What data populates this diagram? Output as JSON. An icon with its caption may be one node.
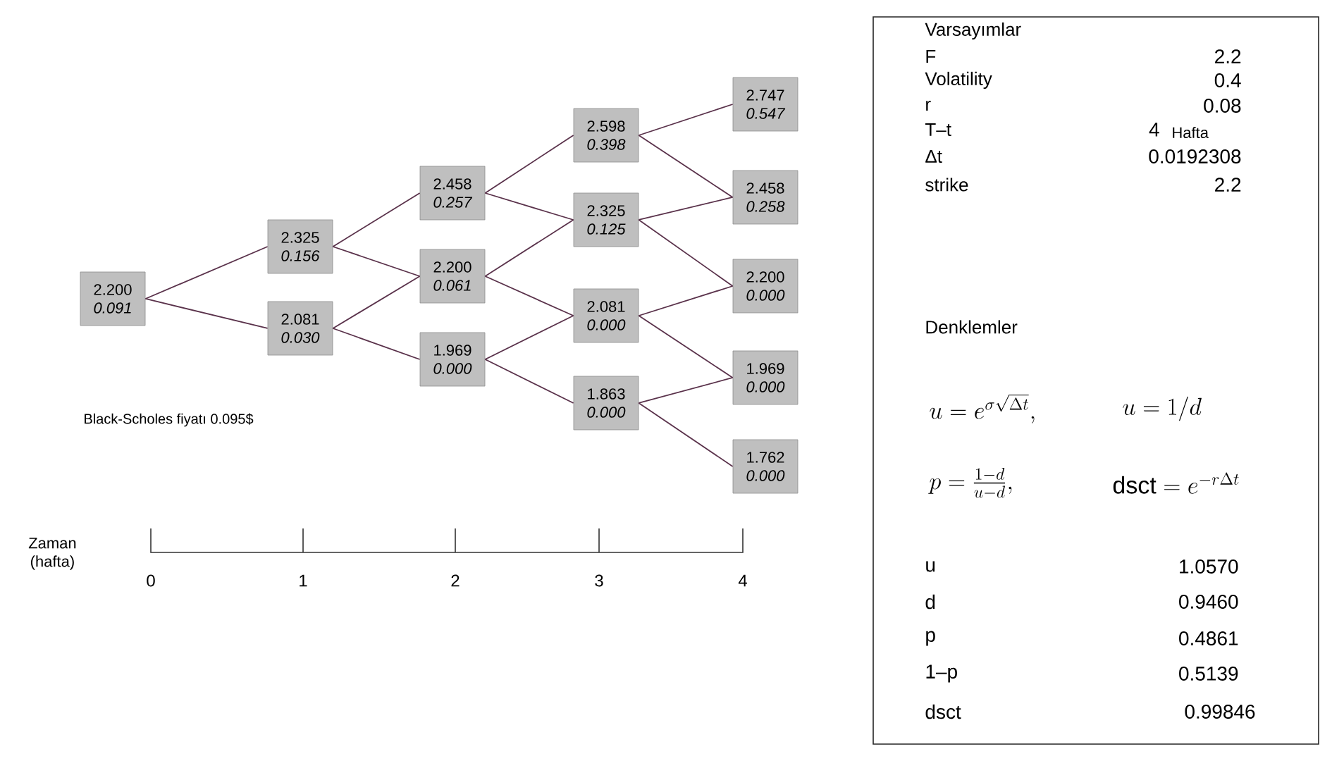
{
  "diagram": {
    "nodes": [
      {
        "text": [
          "2.200",
          "0.091"
        ]
      },
      {
        "text": [
          "2.325",
          "0.156"
        ]
      },
      {
        "text": [
          "2.081",
          "0.030"
        ]
      },
      {
        "text": [
          "2.458",
          "0.257"
        ]
      },
      {
        "text": [
          "2.200",
          "0.061"
        ]
      },
      {
        "text": [
          "1.969",
          "0.000"
        ]
      },
      {
        "text": [
          "2.598",
          "0.398"
        ]
      },
      {
        "text": [
          "2.325",
          "0.125"
        ]
      },
      {
        "text": [
          "2.081",
          "0.000"
        ]
      },
      {
        "text": [
          "1.863",
          "0.000"
        ]
      },
      {
        "text": [
          "2.747",
          "0.547"
        ]
      },
      {
        "text": [
          "2.458",
          "0.258"
        ]
      },
      {
        "text": [
          "2.200",
          "0.000"
        ]
      },
      {
        "text": [
          "1.969",
          "0.000"
        ]
      },
      {
        "text": [
          "1.762",
          "0.000"
        ]
      },
      {
        "text": [
          "Varsayımlar",
          "F",
          "2.2",
          "Volatility",
          "0.4",
          "r",
          "0.08",
          "T–t",
          "4",
          "Hafta",
          "Δt",
          "0.0192308",
          "strike",
          "2.2",
          "Denklemler",
          "u = e^{\\sigma\\sqrt{\\Delta t}},",
          "u = 1 / d",
          "p = \\frac{1-d}{u-d},",
          "\\mathrm{dsct} = e^{-r\\Delta t}",
          "u",
          "1.0570",
          "d",
          "0.9460",
          "p",
          "0.4861",
          "1–p",
          "0.5139",
          "dsct",
          "0.99846"
        ]
      }
    ],
    "edges": [
      {
        "from": 0,
        "to": 1,
        "arrow": "none"
      },
      {
        "from": 0,
        "to": 2,
        "arrow": "none"
      },
      {
        "from": 1,
        "to": 3,
        "arrow": "none"
      },
      {
        "from": 1,
        "to": 4,
        "arrow": "none"
      },
      {
        "from": 2,
        "to": 4,
        "arrow": "none"
      },
      {
        "from": 2,
        "to": 5,
        "arrow": "none"
      },
      {
        "from": 3,
        "to": 6,
        "arrow": "none"
      },
      {
        "from": 3,
        "to": 7,
        "arrow": "none"
      },
      {
        "from": 4,
        "to": 7,
        "arrow": "none"
      },
      {
        "from": 4,
        "to": 8,
        "arrow": "none"
      },
      {
        "from": 5,
        "to": 8,
        "arrow": "none"
      },
      {
        "from": 5,
        "to": 9,
        "arrow": "none"
      },
      {
        "from": 6,
        "to": 10,
        "arrow": "none"
      },
      {
        "from": 6,
        "to": 11,
        "arrow": "none"
      },
      {
        "from": 7,
        "to": 11,
        "arrow": "none"
      },
      {
        "from": 7,
        "to": 12,
        "arrow": "none"
      },
      {
        "from": 8,
        "to": 12,
        "arrow": "none"
      },
      {
        "from": 8,
        "to": 13,
        "arrow": "none"
      },
      {
        "from": 9,
        "to": 13,
        "arrow": "none"
      },
      {
        "from": 9,
        "to": 14,
        "arrow": "none"
      }
    ],
    "labels": [
      "Black-Scholes fiyatı 0.095$",
      "Zaman (hafta)",
      "0",
      "1",
      "2",
      "3",
      "4"
    ]
  }
}
